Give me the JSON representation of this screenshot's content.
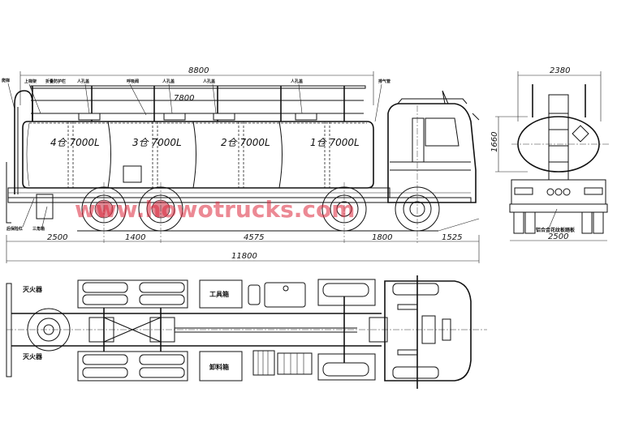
{
  "drawing": {
    "title": "Tanker truck general arrangement drawing",
    "watermark": "www.howotrucks.com",
    "watermark_color": "#dc283c"
  },
  "side_view": {
    "compartments": [
      {
        "id": 4,
        "label": "4仓 7000L"
      },
      {
        "id": 3,
        "label": "3仓 7000L"
      },
      {
        "id": 2,
        "label": "2仓 7000L"
      },
      {
        "id": 1,
        "label": "1仓 7000L"
      }
    ],
    "dimensions": {
      "tank_overall": "8800",
      "guardrail_length": "7800",
      "rear_overhang": "2500",
      "rear_axle_spacing": "1400",
      "wheelbase_mid": "4575",
      "front_axle_spacing": "1800",
      "front_overhang": "1525",
      "overall_length": "11800"
    },
    "callouts": {
      "ladder_rear": "爬梯",
      "upper_ladder": "上梯架",
      "guardrail": "折叠防护栏",
      "manhole_1": "人孔盖",
      "manhole_2": "人孔盖",
      "manhole_3": "人孔盖",
      "manhole_4": "人孔盖",
      "vent": "呼吸阀",
      "exhaust": "排气管",
      "rear_bumper": "后保险杠",
      "triangle_box": "三角箱"
    }
  },
  "front_view": {
    "dimensions": {
      "tank_width": "2380",
      "tank_height": "1660",
      "overall_width": "2500"
    },
    "callouts": {
      "step_plate": "铝合金花纹板踏板"
    }
  },
  "plan_view": {
    "labels": {
      "tool_box": "工具箱",
      "discharge_box": "卸料箱",
      "extinguisher_top": "灭火器",
      "extinguisher_bottom": "灭火器"
    }
  }
}
